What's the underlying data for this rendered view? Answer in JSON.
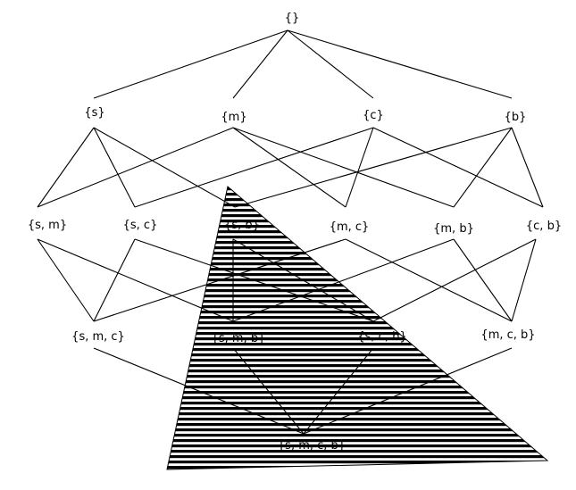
{
  "colors": {
    "background": "#ffffff",
    "ink": "#000000"
  },
  "nodes": {
    "empty": "{}",
    "s": "{s}",
    "m": "{m}",
    "c": "{c}",
    "b": "{b}",
    "sm": "{s, m}",
    "sc": "{s, c}",
    "sb": "{s, b}",
    "mc": "{m, c}",
    "mb": "{m, b}",
    "cb": "{c, b}",
    "smc": "{s, m, c}",
    "smb": "{s, m, b}",
    "scb": "{s, c, b}",
    "mcb": "{m, c, b}",
    "smcb": "{s, m, c, b}"
  }
}
